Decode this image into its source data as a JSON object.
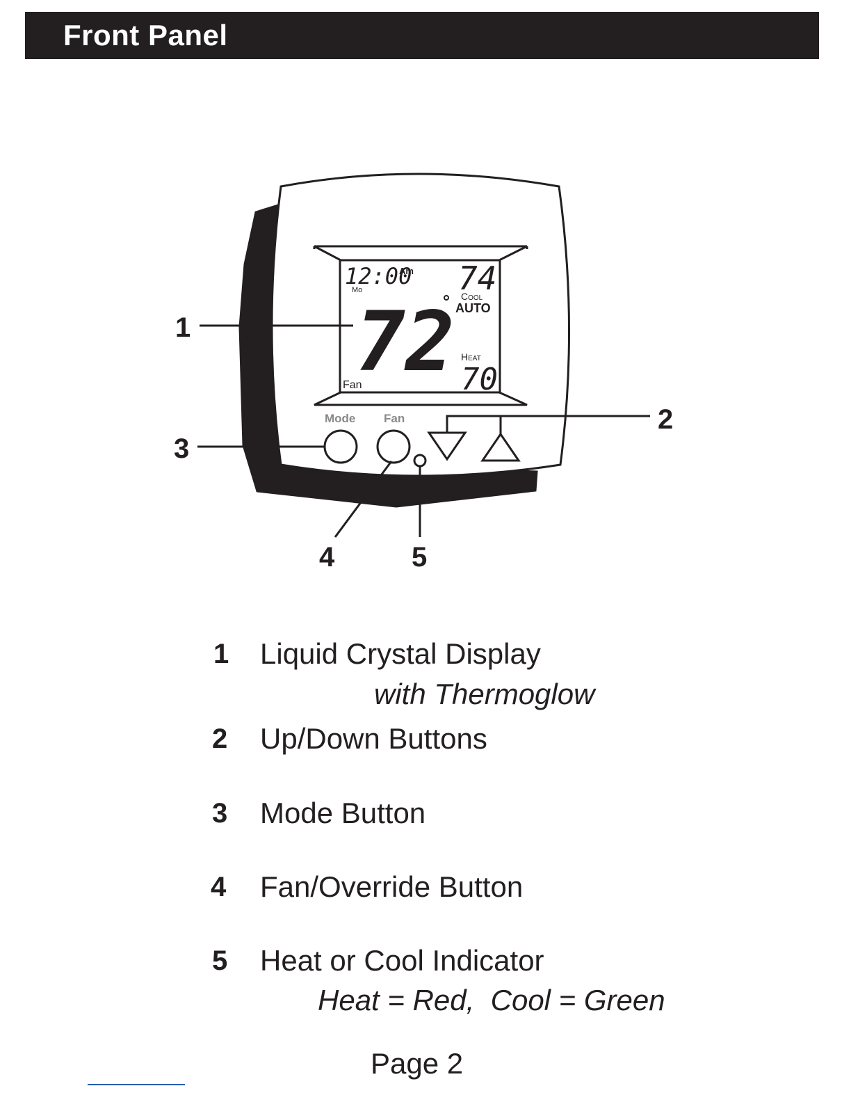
{
  "header": {
    "title": "Front Panel"
  },
  "device": {
    "lcd": {
      "time": "12:00",
      "ampm": "Am",
      "day": "Mo",
      "current_temp": "72",
      "degree_symbol": "°",
      "cool_setpoint": "74",
      "cool_label": "Cool",
      "mode_label": "AUTO",
      "heat_label": "Heat",
      "heat_setpoint": "70",
      "fan_label": "Fan"
    },
    "button_labels": {
      "mode": "Mode",
      "fan": "Fan"
    }
  },
  "callouts": [
    "1",
    "2",
    "3",
    "4",
    "5"
  ],
  "legend": [
    {
      "num": "1",
      "text": "Liquid Crystal Display",
      "sub": "with Thermoglow"
    },
    {
      "num": "2",
      "text": "Up/Down Buttons"
    },
    {
      "num": "3",
      "text": "Mode Button"
    },
    {
      "num": "4",
      "text": "Fan/Override Button"
    },
    {
      "num": "5",
      "text": "Heat or Cool Indicator",
      "sub": "Heat = Red,  Cool = Green"
    }
  ],
  "footer": {
    "page": "Page 2"
  },
  "colors": {
    "ink": "#231f20",
    "header_bg": "#231f20",
    "header_text": "#ffffff",
    "button_label": "#8a8a8a",
    "footer_rule": "#2a5db0"
  }
}
